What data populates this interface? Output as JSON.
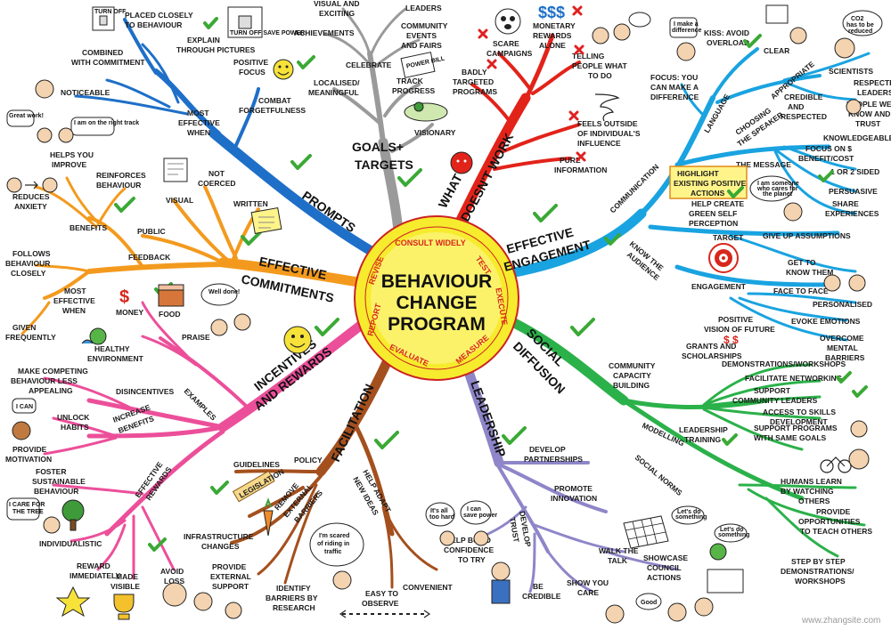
{
  "center": {
    "title_lines": [
      "BEHAVIOUR",
      "CHANGE",
      "PROGRAM"
    ],
    "ring_words": [
      "CONSULT WIDELY",
      "TEST",
      "EXECUTE",
      "MEASURE",
      "EVALUATE",
      "REPORT",
      "REVISE"
    ]
  },
  "branches": {
    "prompts": {
      "label": "PROMPTS",
      "color": "#1e6fc8"
    },
    "goals": {
      "label": "GOALS + TARGETS",
      "color": "#9a9a9a"
    },
    "doesnt_work": {
      "label": "WHAT DOESN'T WORK",
      "color": "#e2231a"
    },
    "engagement": {
      "label": "EFFECTIVE ENGAGEMENT",
      "color": "#19a3e0"
    },
    "diffusion": {
      "label": "SOCIAL DIFFUSION",
      "color": "#2bb14a"
    },
    "leadership": {
      "label": "LEADERSHIP",
      "color": "#8e86c8"
    },
    "facilitation": {
      "label": "FACILITATION",
      "color": "#a4501e"
    },
    "incentives": {
      "label": "INCENTIVES AND REWARDS",
      "color": "#ec4f9a"
    },
    "commitments": {
      "label": "EFFECTIVE COMMITMENTS",
      "color": "#f39a1e"
    }
  },
  "labels": {
    "prompts": [
      "MOST EFFECTIVE WHEN",
      "PLACED CLOSELY TO BEHAVIOUR",
      "EXPLAIN THROUGH PICTURES",
      "COMBINED WITH COMMITMENT",
      "POSITIVE FOCUS",
      "NOTICEABLE",
      "COMBAT FORGETFULNESS"
    ],
    "goals": [
      "VISUAL AND EXCITING",
      "LEADERS",
      "ACHIEVEMENTS",
      "COMMUNITY EVENTS AND FAIRS",
      "CELEBRATE",
      "LOCALISED/ MEANINGFUL",
      "TRACK PROGRESS",
      "VISIONARY"
    ],
    "doesnt_work": [
      "SCARE CAMPAIGNS",
      "MONETARY REWARDS ALONE",
      "BADLY TARGETED PROGRAMS",
      "TELLING PEOPLE WHAT TO DO",
      "FEELS OUTSIDE OF INDIVIDUAL'S INFLUENCE",
      "PURE INFORMATION"
    ],
    "engagement": [
      "COMMUNICATION",
      "LANGUAGE",
      "KISS: AVOID OVERLOAD",
      "CLEAR",
      "FOCUS: YOU CAN MAKE A DIFFERENCE",
      "APPROPRIATE",
      "CHOOSING THE SPEAKER",
      "SCIENTISTS",
      "RESPECTED LEADERS",
      "CREDIBLE AND RESPECTED",
      "PEOPLE WE KNOW AND TRUST",
      "KNOWLEDGEABLE",
      "THE MESSAGE",
      "FOCUS ON BENEFIT/COST",
      "1 OR 2 SIDED",
      "HIGHLIGHT EXISTING POSITIVE ACTIONS",
      "PERSUASIVE",
      "HELP CREATE GREEN SELF PERCEPTION",
      "SHARE EXPERIENCES",
      "KNOW THE AUDIENCE",
      "TARGET",
      "GIVE UP ASSUMPTIONS",
      "GET TO KNOW THEM",
      "ENGAGEMENT",
      "FACE TO FACE",
      "PERSONALISED",
      "EVOKE EMOTIONS",
      "POSITIVE VISION OF FUTURE",
      "OVERCOME MENTAL BARRIERS"
    ],
    "diffusion": [
      "GRANTS AND SCHOLARSHIPS",
      "COMMUNITY CAPACITY BUILDING",
      "DEMONSTRATIONS/WORKSHOPS",
      "FACILITATE NETWORKING",
      "SUPPORT COMMUNITY LEADERS",
      "ACCESS TO SKILLS DEVELOPMENT",
      "LEADERSHIP TRAINING",
      "SUPPORT PROGRAMS WITH SAME GOALS",
      "MODELLING",
      "SOCIAL NORMS",
      "HUMANS LEARN BY WATCHING OTHERS",
      "PROVIDE OPPORTUNITIES TO TEACH OTHERS",
      "STEP BY STEP DEMONSTRATIONS/ WORKSHOPS"
    ],
    "leadership": [
      "DEVELOP PARTNERSHIPS",
      "PROMOTE INNOVATION",
      "DEVELOP TRUST",
      "HELP BUILD CONFIDENCE TO TRY",
      "WALK THE TALK",
      "SHOWCASE COUNCIL ACTIONS",
      "BE CREDIBLE",
      "SHOW YOU CARE"
    ],
    "facilitation": [
      "POLICY",
      "GUIDELINES",
      "LEGISLATION",
      "REMOVE EXTERNAL BARRIERS",
      "HELP ADAPT NEW IDEAS",
      "INFRASTRUCTURE CHANGES",
      "PROVIDE EXTERNAL SUPPORT",
      "IDENTIFY BARRIERS BY RESEARCH",
      "EASY TO OBSERVE",
      "CONVENIENT"
    ],
    "incentives": [
      "EXAMPLES",
      "MONEY",
      "FOOD",
      "PRAISE",
      "HEALTHY ENVIRONMENT",
      "DISINCENTIVES",
      "MAKE COMPETING BEHAVIOUR LESS APPEALING",
      "INCREASE BENEFITS",
      "UNLOCK HABITS",
      "PROVIDE MOTIVATION",
      "EFFECTIVE REWARDS",
      "FOSTER SUSTAINABLE BEHAVIOUR",
      "INDIVIDUALISTIC",
      "REWARD IMMEDIATELY",
      "MADE VISIBLE",
      "AVOID LOSS"
    ],
    "commitments": [
      "WRITTEN",
      "NOT COERCED",
      "VISUAL",
      "PUBLIC",
      "FEEDBACK",
      "BENEFITS",
      "HELPS YOU IMPROVE",
      "REINFORCES BEHAVIOUR",
      "REDUCES ANXIETY",
      "FOLLOWS BEHAVIOUR CLOSELY",
      "MOST EFFECTIVE WHEN",
      "GIVEN FREQUENTLY"
    ]
  },
  "bubbles": {
    "great_work": "Great work!",
    "on_track": "I am on the right track",
    "well_done": "Well done!",
    "i_can": "I CAN",
    "i_care": "I CARE FOR THE TREE",
    "scared": "I'm scared of riding in traffic",
    "too_hard": "It's all too hard",
    "can_save": "I can save power",
    "lets_do": "Let's do something",
    "good": "Good",
    "make_difference": "I make a difference",
    "co2": "CO2 has to be reduced",
    "care_planet": "I am someone who cares for the planet"
  },
  "signs": {
    "turn_off": "TURN OFF",
    "save_power": "TURN OFF SAVE POWER",
    "power_bill": "POWER BILL"
  },
  "watermark": "www.zhangsite.com"
}
